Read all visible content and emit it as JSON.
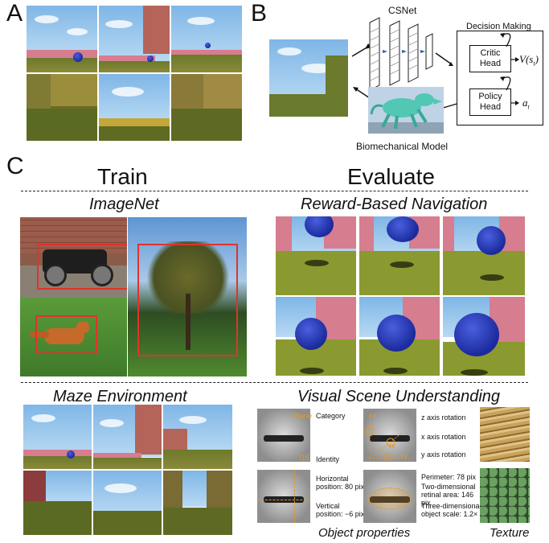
{
  "panels": {
    "a": "A",
    "b": "B",
    "c": "C"
  },
  "panel_b": {
    "csnet_label": "CSNet",
    "decision_title": "Decision Making",
    "critic_head": "Critic Head",
    "value_label": "V(s",
    "value_sub": "t",
    "value_close": ")",
    "policy_head": "Policy Head",
    "action_label": "a",
    "action_sub": "t",
    "model_label": "Biomechanical Model"
  },
  "panel_c": {
    "train": "Train",
    "evaluate": "Evaluate",
    "imagenet": "ImageNet",
    "reward_nav": "Reward-Based Navigation",
    "maze": "Maze Environment",
    "vsu": "Visual Scene Understanding",
    "object_properties": "Object properties",
    "texture": "Texture",
    "vsu_labels": {
      "plane": "Plane",
      "category": "Category",
      "identity_num": "f16",
      "identity": "Identity",
      "rz": "rz",
      "rx": "rx",
      "ry": "ry",
      "z_rot": "z axis rotation",
      "x_rot": "x axis rotation",
      "y_rot": "y axis rotation",
      "horizontal": "Horizontal position: 80 pix",
      "vertical": "Vertical position: −6 pix",
      "perimeter": "Perimeter: 78 pix",
      "area": "Two-dimensional retinal area: 146 pix",
      "scale": "Three-dimensional object scale: 1.2×"
    }
  },
  "colors": {
    "bbox": "#e2332a",
    "ball": "#2233b0",
    "wall": "#c8707f",
    "grass": "#7d8a30",
    "sky": "#8fbfe9"
  }
}
